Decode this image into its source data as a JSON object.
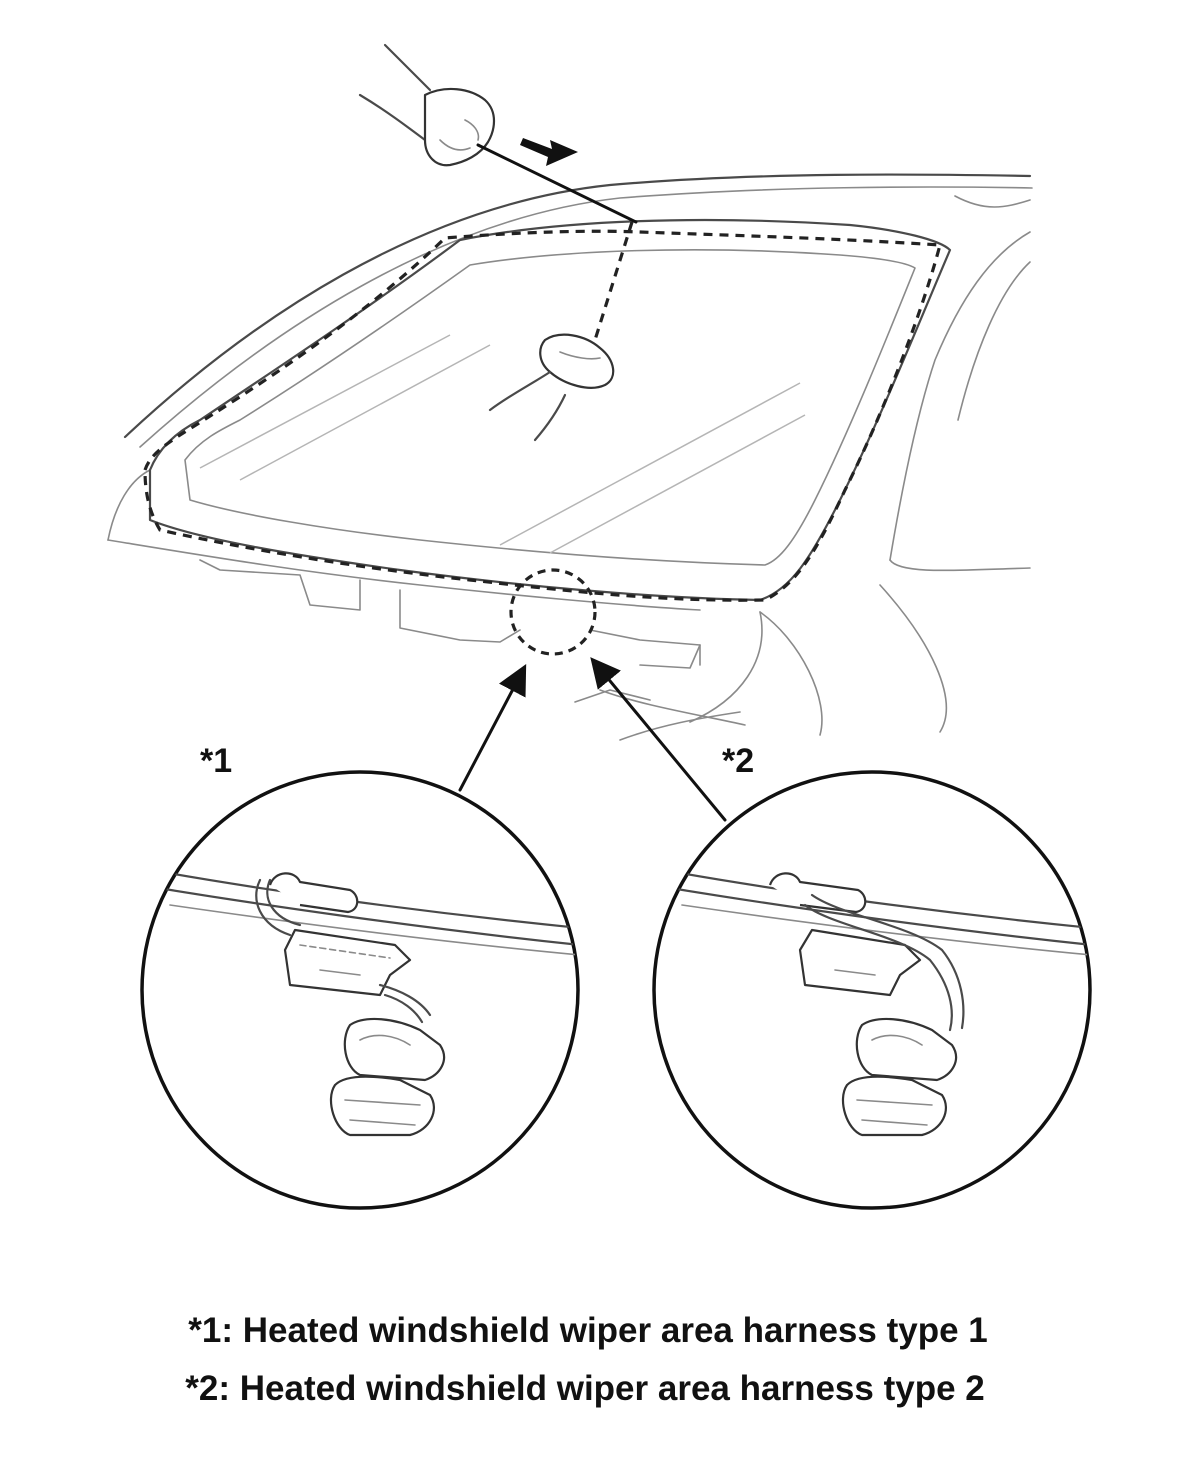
{
  "diagram": {
    "callouts": {
      "one": "*1",
      "two": "*2"
    },
    "legend": [
      "*1: Heated windshield wiper area harness type 1",
      "*2: Heated windshield wiper area harness type 2"
    ],
    "colors": {
      "line": "#111111",
      "background": "#ffffff"
    }
  }
}
